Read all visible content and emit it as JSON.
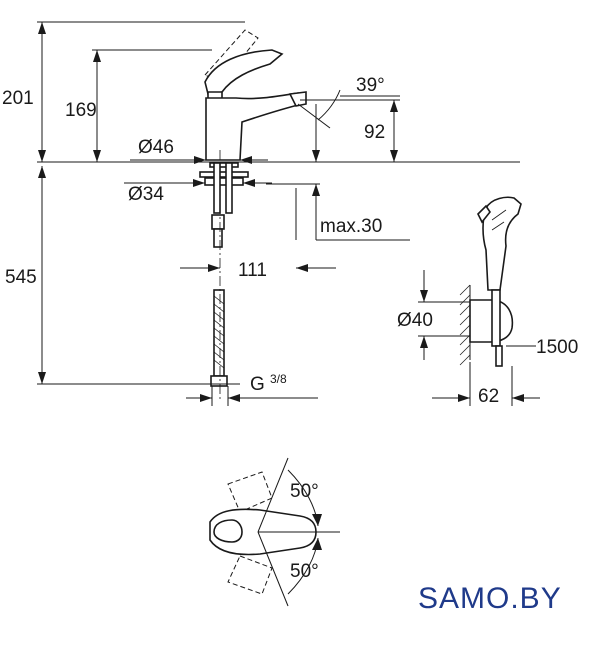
{
  "dimensions": {
    "overall_height": "201",
    "spout_height": "169",
    "spout_angle": "39°",
    "spout_reach_height": "92",
    "body_diameter": "Ø46",
    "mounting_diameter": "Ø34",
    "deck_thickness": "max.30",
    "projection": "111",
    "hose_length": "545",
    "connection": "G",
    "connection_fraction": "3/8",
    "hand_shower_diameter": "Ø40",
    "shower_hose_length": "1500",
    "holder_projection": "62",
    "handle_angle_top": "50°",
    "handle_angle_bottom": "50°"
  },
  "branding": {
    "logo_text": "SAMO.BY"
  },
  "colors": {
    "lines": "#1a1a1a",
    "logo": "#1f3a8a"
  }
}
